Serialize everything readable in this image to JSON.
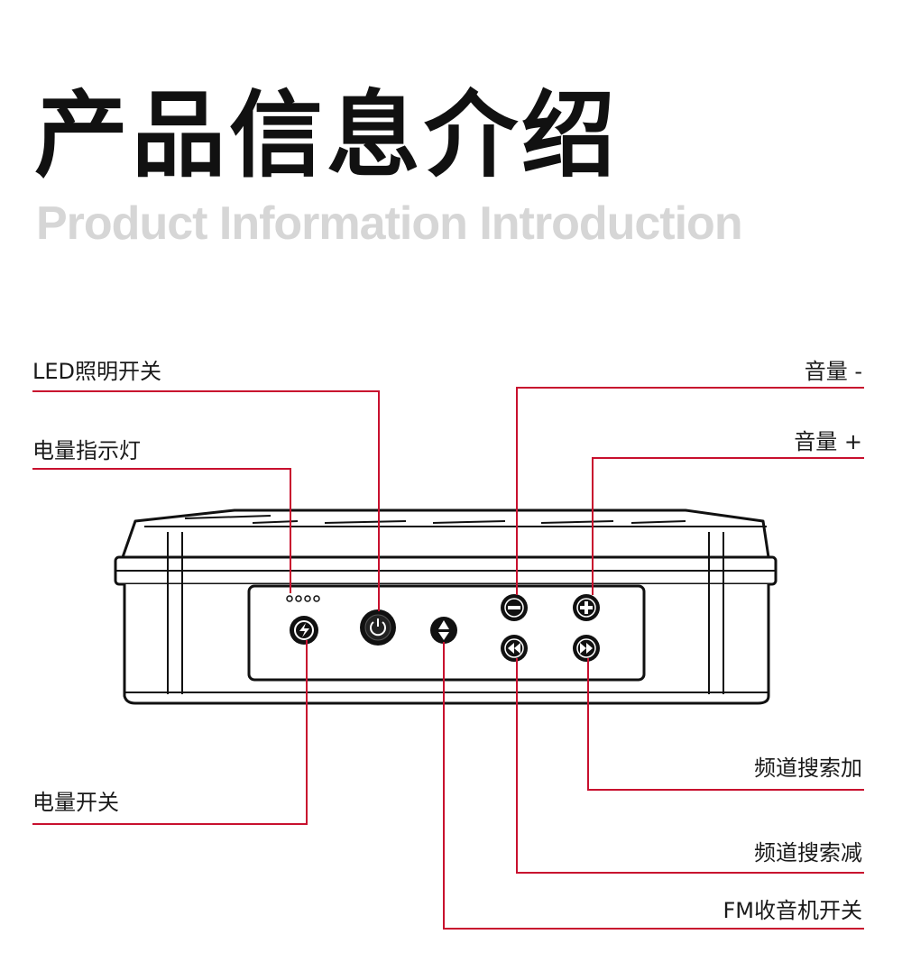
{
  "heading": {
    "title_cn": "产品信息介绍",
    "title_en": "Product Information Introduction"
  },
  "labels": {
    "led_switch": "LED照明开关",
    "battery_indicator": "电量指示灯",
    "power_switch": "电量开关",
    "volume_down": "音量 -",
    "volume_up": "音量 +",
    "channel_up": "频道搜索加",
    "channel_down": "频道搜索减",
    "fm_switch": "FM收音机开关"
  },
  "colors": {
    "leader_line": "#c8102e",
    "device_outline": "#111111",
    "subtitle": "#d6d6d6"
  },
  "icons": [
    "power-bolt-icon",
    "power-button-icon",
    "fm-radio-icon",
    "minus-icon",
    "plus-icon",
    "previous-icon",
    "next-icon",
    "battery-led-dots"
  ]
}
